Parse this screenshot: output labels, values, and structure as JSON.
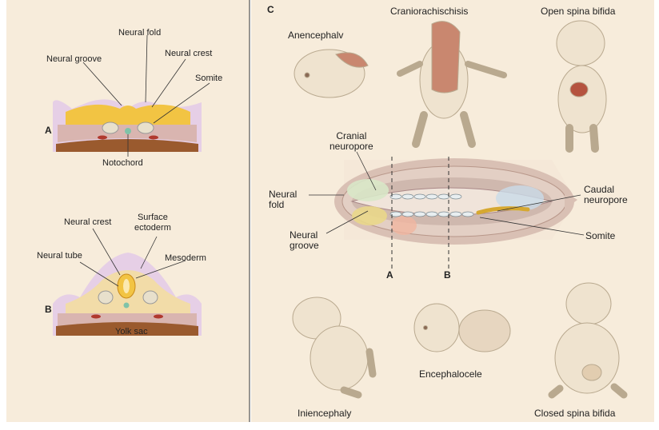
{
  "panels": {
    "a": {
      "letter": "A"
    },
    "b": {
      "letter": "B"
    },
    "c": {
      "letter": "C"
    }
  },
  "panel_a": {
    "neural_fold": "Neural fold",
    "neural_groove": "Neural groove",
    "neural_crest": "Neural crest",
    "somite": "Somite",
    "notochord": "Notochord"
  },
  "panel_b": {
    "neural_crest": "Neural crest",
    "surface_ectoderm": "Surface\nectoderm",
    "neural_tube": "Neural tube",
    "mesoderm": "Mesoderm",
    "yolk_sac": "Yolk sac"
  },
  "panel_c": {
    "anencephaly": "Anencephalv",
    "craniorachischisis": "Craniorachischisis",
    "open_spina_bifida": "Open spina bifida",
    "cranial_neuropore": "Cranial\nneuropore",
    "neural_fold": "Neural\nfold",
    "neural_groove": "Neural\ngroove",
    "caudal_neuropore": "Caudal\nneuropore",
    "somite": "Somite",
    "section_a": "A",
    "section_b": "B",
    "iniencephaly": "Iniencephaly",
    "encephalocele": "Encephalocele",
    "closed_spina_bifida": "Closed spina bifida"
  },
  "colors": {
    "panel_bg": "#f7ecdb",
    "ectoderm": "#e6cfe6",
    "neural_plate": "#f2c443",
    "mesoderm": "#d9b5b0",
    "endoderm": "#9a5a2e",
    "notochord": "#7fc3a8",
    "skin": "#efe3cf"
  }
}
